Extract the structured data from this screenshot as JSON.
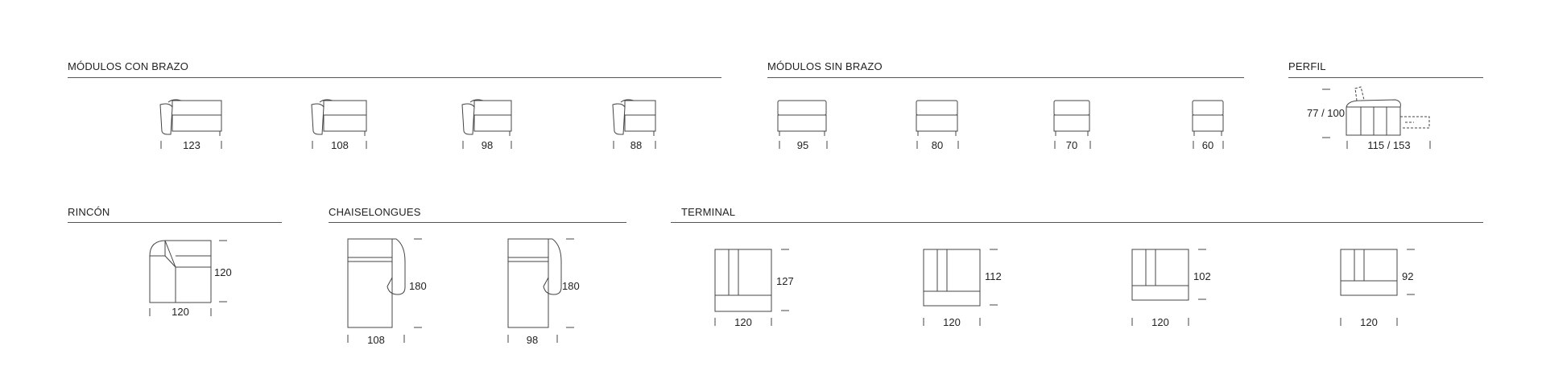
{
  "sections": {
    "con_brazo": "MÓDULOS CON BRAZO",
    "sin_brazo": "MÓDULOS SIN BRAZO",
    "perfil": "PERFIL",
    "rincon": "RINCÓN",
    "chaiselongues": "CHAISELONGUES",
    "terminal": "TERMINAL"
  },
  "con_brazo": [
    "123",
    "108",
    "98",
    "88"
  ],
  "sin_brazo": [
    "95",
    "80",
    "70",
    "60"
  ],
  "perfil": {
    "height": "77 / 100",
    "depth": "115 / 153"
  },
  "rincon": {
    "width": "120",
    "depth": "120"
  },
  "chaiselongues": [
    {
      "width": "108",
      "depth": "180"
    },
    {
      "width": "98",
      "depth": "180"
    }
  ],
  "terminal": [
    {
      "width": "120",
      "depth": "127"
    },
    {
      "width": "120",
      "depth": "112"
    },
    {
      "width": "120",
      "depth": "102"
    },
    {
      "width": "120",
      "depth": "92"
    }
  ]
}
